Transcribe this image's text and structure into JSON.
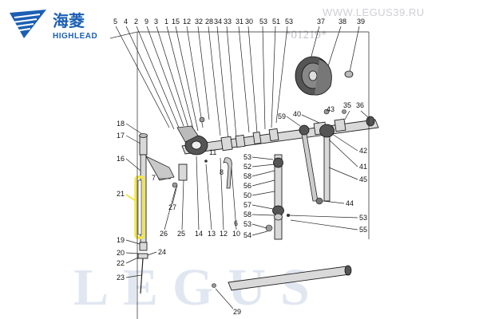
{
  "brand": {
    "name_cn": "海菱",
    "name_en": "HIGHLEAD",
    "logo_color": "#1b5fb4"
  },
  "watermark_site": "WWW.LEGUS39.RU",
  "watermark_brand": "LEGUS",
  "part_code": "*01219*",
  "highlight_color": "#f2e64a",
  "callouts": {
    "top_row": [
      "5",
      "4",
      "2",
      "9",
      "3",
      "1",
      "15",
      "12",
      "32",
      "28",
      "34",
      "33",
      "31",
      "30",
      "53",
      "51",
      "53",
      "37",
      "38",
      "39"
    ],
    "n18": "18",
    "n17": "17",
    "n16": "16",
    "n21": "21",
    "n7": "7",
    "n19": "19",
    "n20": "20",
    "n22": "22",
    "n23": "23",
    "n24": "24",
    "n27": "27",
    "n26": "26",
    "n25": "25",
    "n14": "14",
    "n13": "13",
    "n12": "12",
    "n10": "10",
    "n11": "11",
    "n8": "8",
    "n59": "59",
    "n40": "40",
    "n43": "43",
    "n35": "35",
    "n36": "36",
    "n53a": "53",
    "n52": "52",
    "n58a": "58",
    "n56": "56",
    "n50": "50",
    "n57": "57",
    "n58b": "58",
    "n6": "6",
    "n53b": "53",
    "n54": "54",
    "n42": "42",
    "n41": "41",
    "n45": "45",
    "n44": "44",
    "n53c": "53",
    "n55": "55",
    "n29": "29"
  }
}
